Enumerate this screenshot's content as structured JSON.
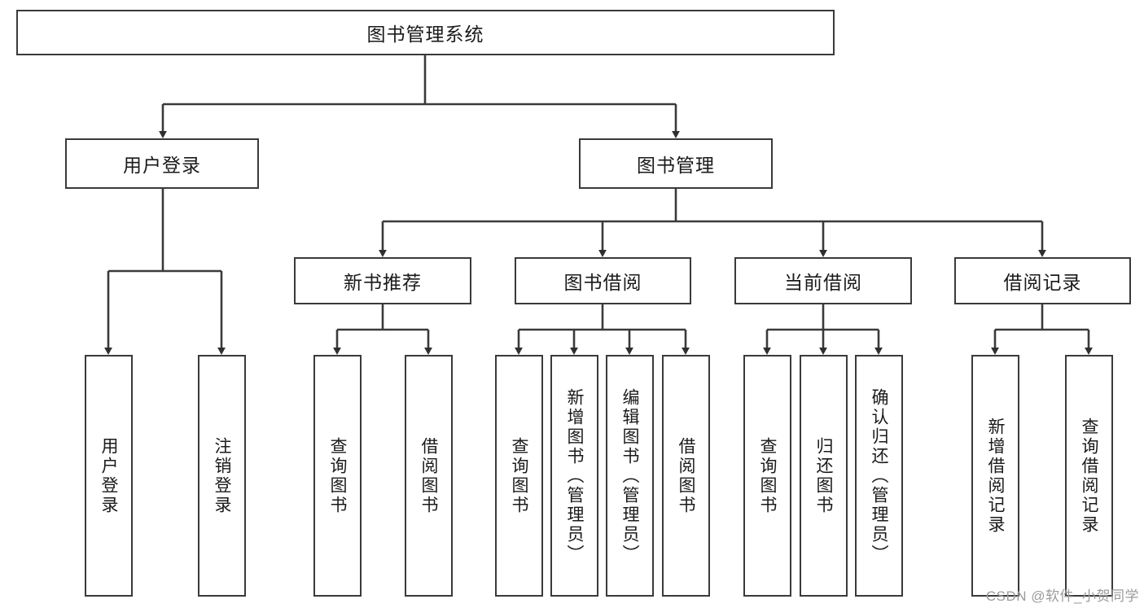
{
  "diagram": {
    "title": "图书管理系统",
    "type": "hierarchy-tree",
    "watermark": "CSDN @软件_小贺同学",
    "colors": {
      "stroke": "#3a3a3a",
      "box_fill": "#ffffff",
      "text": "#1a1a1a",
      "watermark": "#9b9b9b",
      "background": "#ffffff"
    },
    "root": {
      "id": "root",
      "label": "图书管理系统"
    },
    "level2": [
      {
        "id": "user-login",
        "label": "用户登录"
      },
      {
        "id": "book-manage",
        "label": "图书管理"
      }
    ],
    "level3": [
      {
        "id": "new-book-rec",
        "label": "新书推荐",
        "parent": "book-manage"
      },
      {
        "id": "book-borrow",
        "label": "图书借阅",
        "parent": "book-manage"
      },
      {
        "id": "current-borrow",
        "label": "当前借阅",
        "parent": "book-manage"
      },
      {
        "id": "borrow-record",
        "label": "借阅记录",
        "parent": "book-manage"
      }
    ],
    "leaves": [
      {
        "id": "leaf-user-login",
        "label": "用户登录",
        "parent": "user-login"
      },
      {
        "id": "leaf-user-logout",
        "label": "注销登录",
        "parent": "user-login"
      },
      {
        "id": "leaf-query-book-1",
        "label": "查询图书",
        "parent": "new-book-rec"
      },
      {
        "id": "leaf-borrow-book-1",
        "label": "借阅图书",
        "parent": "new-book-rec"
      },
      {
        "id": "leaf-query-book-2",
        "label": "查询图书",
        "parent": "book-borrow"
      },
      {
        "id": "leaf-add-book",
        "label": "新增图书（管理员）",
        "parent": "book-borrow"
      },
      {
        "id": "leaf-edit-book",
        "label": "编辑图书（管理员）",
        "parent": "book-borrow"
      },
      {
        "id": "leaf-borrow-book-2",
        "label": "借阅图书",
        "parent": "book-borrow"
      },
      {
        "id": "leaf-query-book-3",
        "label": "查询图书",
        "parent": "current-borrow"
      },
      {
        "id": "leaf-return-book",
        "label": "归还图书",
        "parent": "current-borrow"
      },
      {
        "id": "leaf-confirm-return",
        "label": "确认归还（管理员）",
        "parent": "current-borrow"
      },
      {
        "id": "leaf-add-record",
        "label": "新增借阅记录",
        "parent": "borrow-record"
      },
      {
        "id": "leaf-query-record",
        "label": "查询借阅记录",
        "parent": "borrow-record"
      }
    ]
  }
}
